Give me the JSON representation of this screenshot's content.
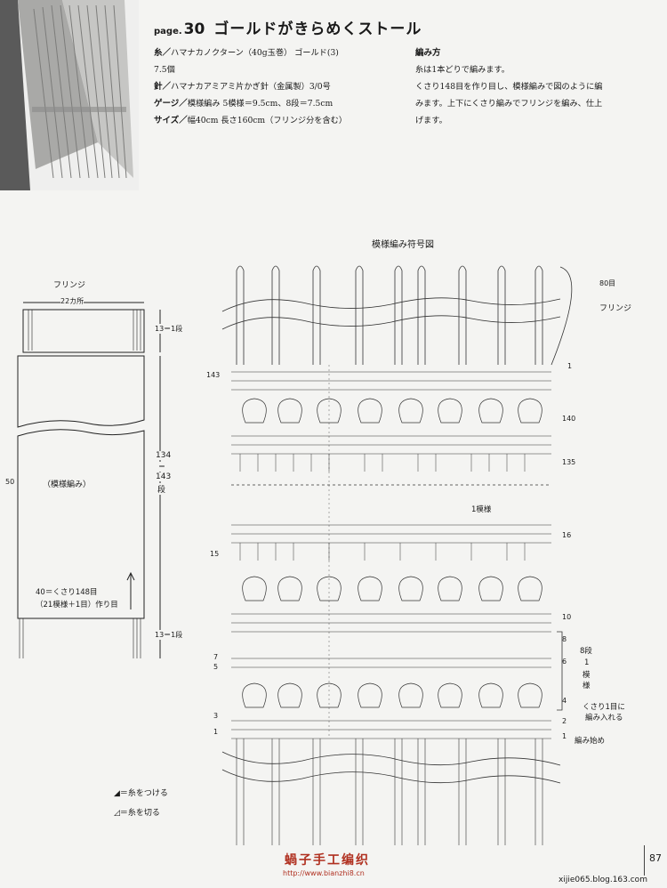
{
  "header": {
    "page_label": "page.",
    "page_number": "30",
    "title": "ゴールドがきらめくストール"
  },
  "materials": {
    "yarn_label": "糸／",
    "yarn_text": "ハマナカノクターン（40g玉巻） ゴールド(3)",
    "yarn_text_2": "7.5個",
    "needle_label": "針／",
    "needle_text": "ハマナカアミアミ片かぎ針（金属製）3/0号",
    "gauge_label": "ゲージ／",
    "gauge_text": "模様編み 5模様＝9.5cm、8段＝7.5cm",
    "size_label": "サイズ／",
    "size_text": "幅40cm 長さ160cm（フリンジ分を含む）"
  },
  "method": {
    "heading": "編み方",
    "line1": "糸は1本どりで編みます。",
    "line2": "くさり148目を作り目し、模様編みで図のように編",
    "line3": "みます。上下にくさり編みでフリンジを編み、仕上",
    "line4": "げます。"
  },
  "schematic": {
    "fringe_label": "フリンジ",
    "fringe_count": "22カ所",
    "top_rows": "13＝1段",
    "body_label": "（模様編み）",
    "body_rows_a": "134",
    "body_rows_eq": "＝",
    "body_rows_b": "143",
    "body_rows_c": "段",
    "width_cm": "50",
    "cast_on_1": "40＝くさり148目",
    "cast_on_2": "（21模様＋1目）作り目",
    "bottom_rows": "13＝1段"
  },
  "chart": {
    "title": "模様編み符号図",
    "label_80": "80目",
    "label_fringe": "フリンジ",
    "row_right": [
      "1",
      "140",
      "135",
      "16",
      "10",
      "8",
      "6",
      "4",
      "2",
      "1"
    ],
    "row_left": [
      "143",
      "15",
      "7",
      "5",
      "3",
      "1"
    ],
    "repeat_label": "1模様",
    "eight_rows": "8段",
    "one_repeat_1": "1",
    "one_repeat_2": "模",
    "one_repeat_3": "様",
    "chain_note_1": "くさり1目に",
    "chain_note_2": "編み入れる",
    "start_label": "編み始め"
  },
  "legend": {
    "attach": "＝糸をつける",
    "cut": "＝糸を切る"
  },
  "footer": {
    "watermark": "蝸子手工编织",
    "watermark_url": "http://www.bianzhi8.cn",
    "credit": "xijie065.blog.163.com",
    "page": "87"
  }
}
